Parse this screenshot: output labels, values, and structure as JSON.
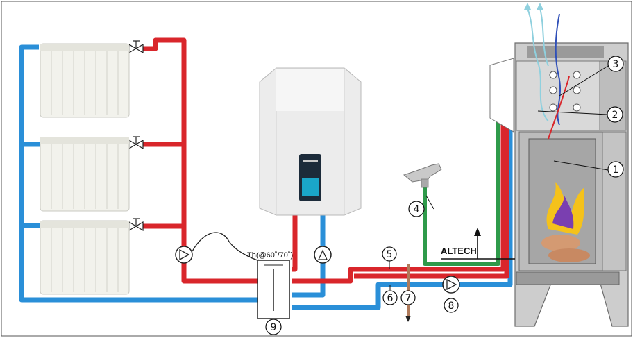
{
  "labels": {
    "altech": "ALTECH",
    "thermostat": "Th(@60˚/70˚)",
    "n1": "1",
    "n2": "2",
    "n3": "3",
    "n4": "4",
    "n5": "5",
    "n6": "6",
    "n7": "7",
    "n8": "8",
    "n9": "9"
  },
  "colors": {
    "hot_pipe": "#d9262b",
    "cold_pipe": "#2a8fd8",
    "domestic_pipe": "#2e9a4a",
    "drain_pipe": "#b07a5a",
    "radiator": "#f2f2ec",
    "boiler": "#ececec",
    "stove": "#c9c9c9"
  }
}
